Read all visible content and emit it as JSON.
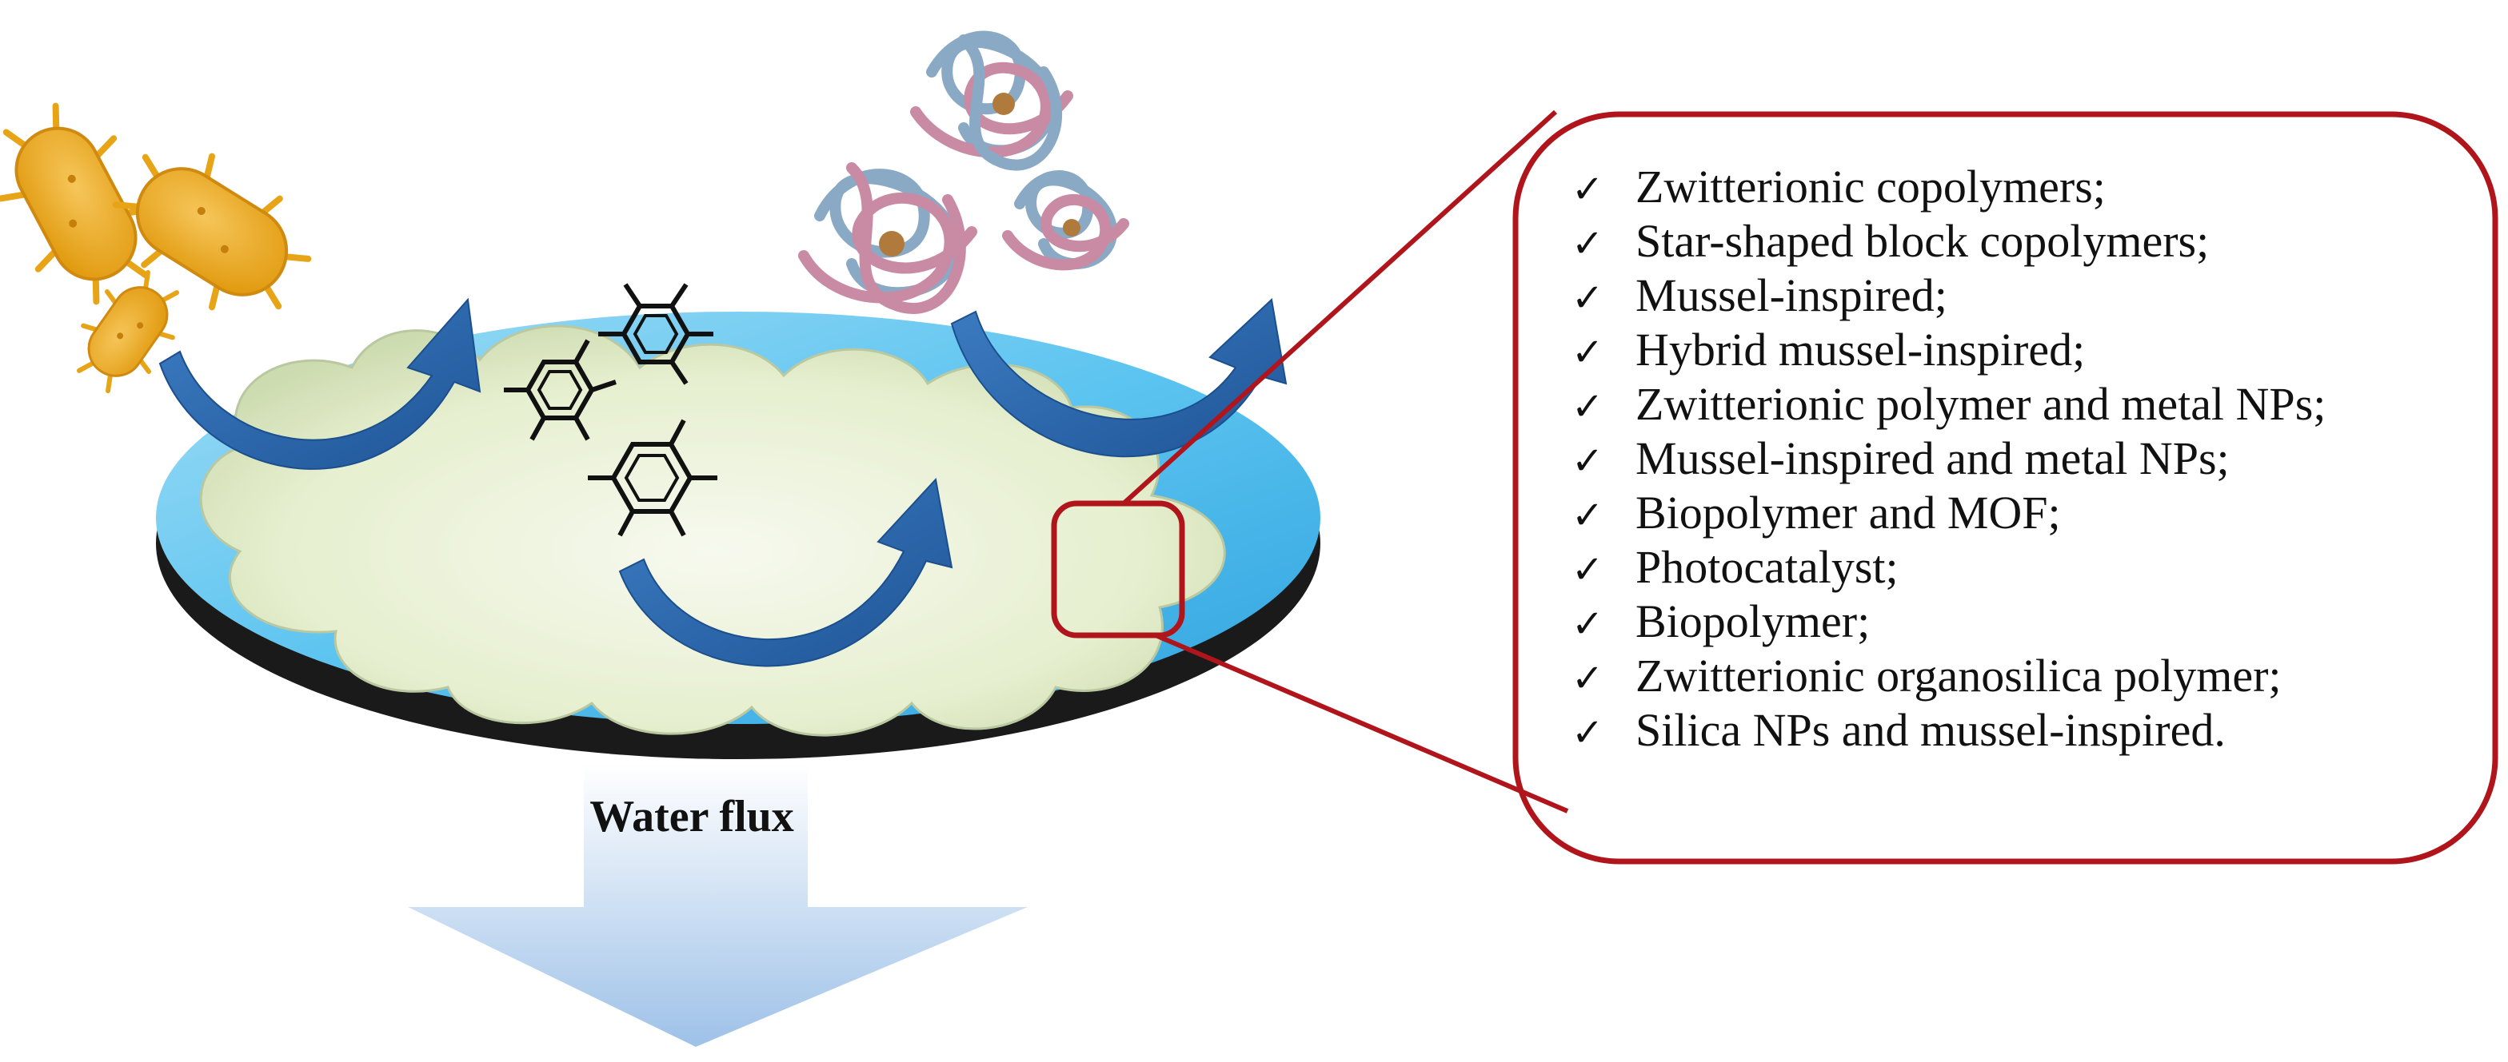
{
  "flux_label": "Water flux",
  "callout_items": [
    "Zwitterionic copolymers;",
    "Star-shaped block copolymers;",
    "Mussel-inspired;",
    "Hybrid  mussel-inspired;",
    "Zwitterionic polymer and metal NPs;",
    "Mussel-inspired  and metal NPs;",
    "Biopolymer and MOF;",
    "Photocatalyst;",
    "Biopolymer;",
    "Zwitterionic organosilica polymer;",
    "Silica NPs and mussel-inspired."
  ],
  "check_glyph": "✓",
  "colors": {
    "callout_border": "#b0151c",
    "arrow_blue": "#2a67ad",
    "bacteria_orange": "#e7a417",
    "membrane_blue": "#5cc4f0",
    "membrane_rim": "#1c1c1c",
    "flux_arrow": "#a8c8ea",
    "protein_pink": "#c98aa4",
    "protein_blue": "#8aa9c4"
  }
}
